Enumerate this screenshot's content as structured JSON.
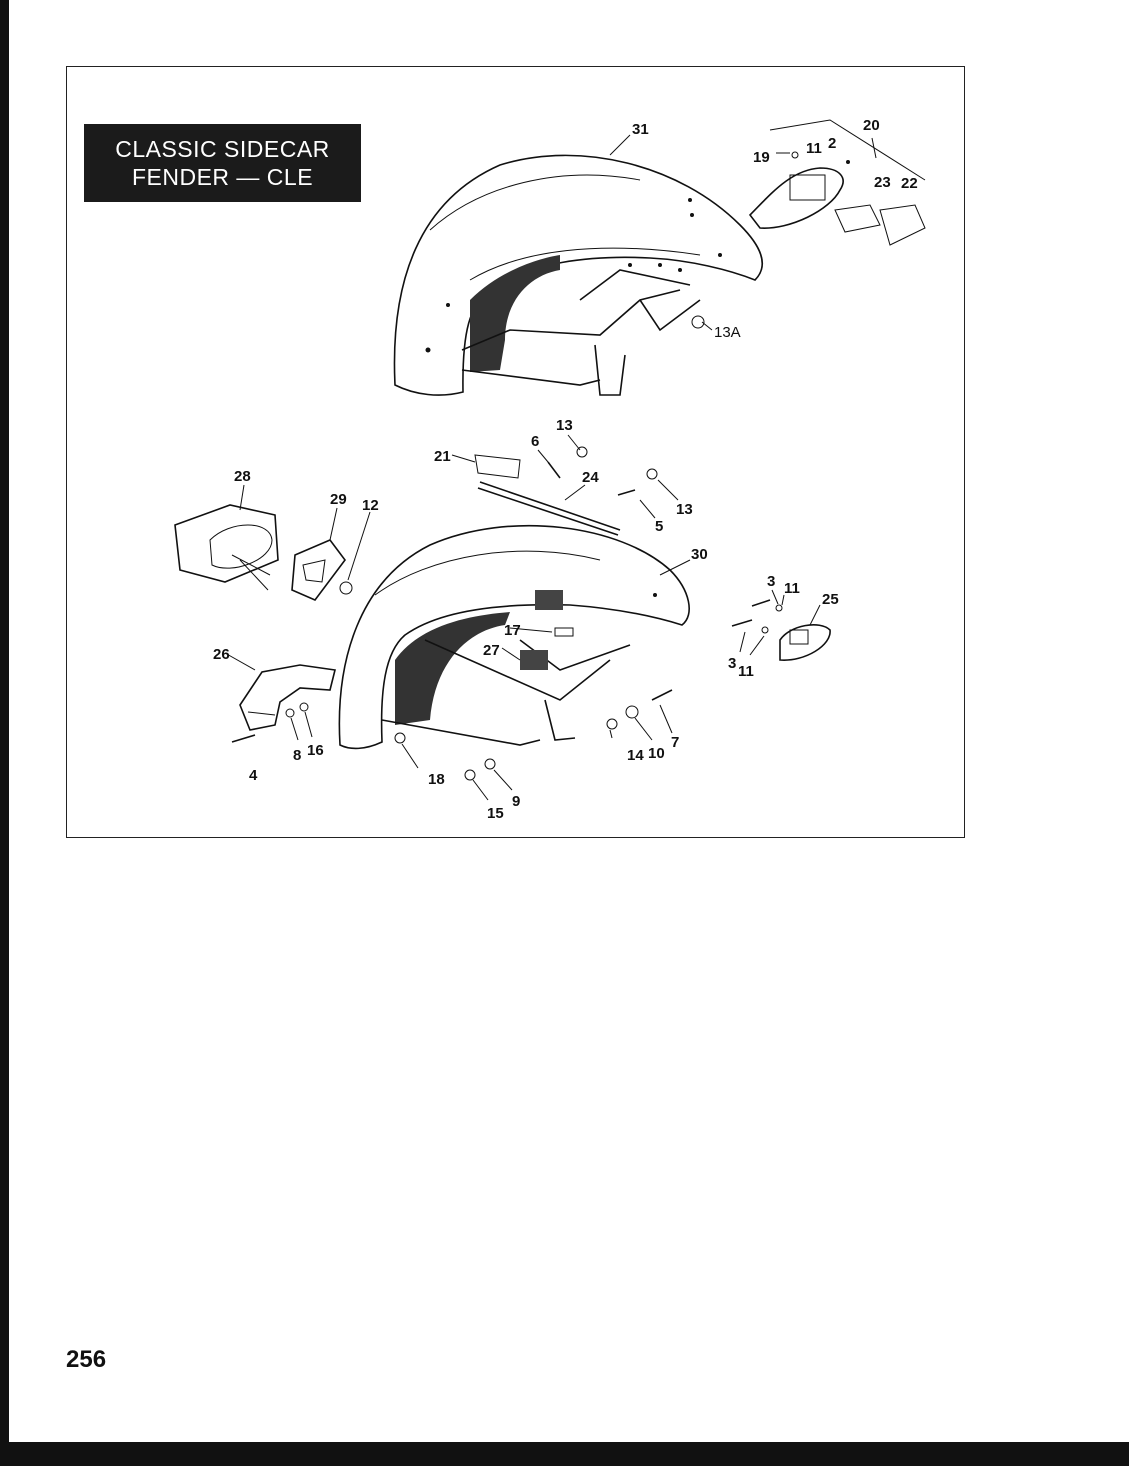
{
  "title": {
    "line1": "CLASSIC SIDECAR",
    "line2": "FENDER — CLE"
  },
  "page_number": "256",
  "callouts": {
    "c31": "31",
    "c20": "20",
    "c19": "19",
    "c11a": "11",
    "c2": "2",
    "c23": "23",
    "c22": "22",
    "c13a": "13A",
    "c13b": "13",
    "c6": "6",
    "c21": "21",
    "c24": "24",
    "c13c": "13",
    "c5": "5",
    "c28": "28",
    "c29": "29",
    "c12": "12",
    "c30": "30",
    "c3a": "3",
    "c11b": "11",
    "c25": "25",
    "c3b": "3",
    "c11c": "11",
    "c17": "17",
    "c27": "27",
    "c26": "26",
    "c8": "8",
    "c16": "16",
    "c4": "4",
    "c18": "18",
    "c14": "14",
    "c10": "10",
    "c7": "7",
    "c15": "15",
    "c9": "9"
  }
}
